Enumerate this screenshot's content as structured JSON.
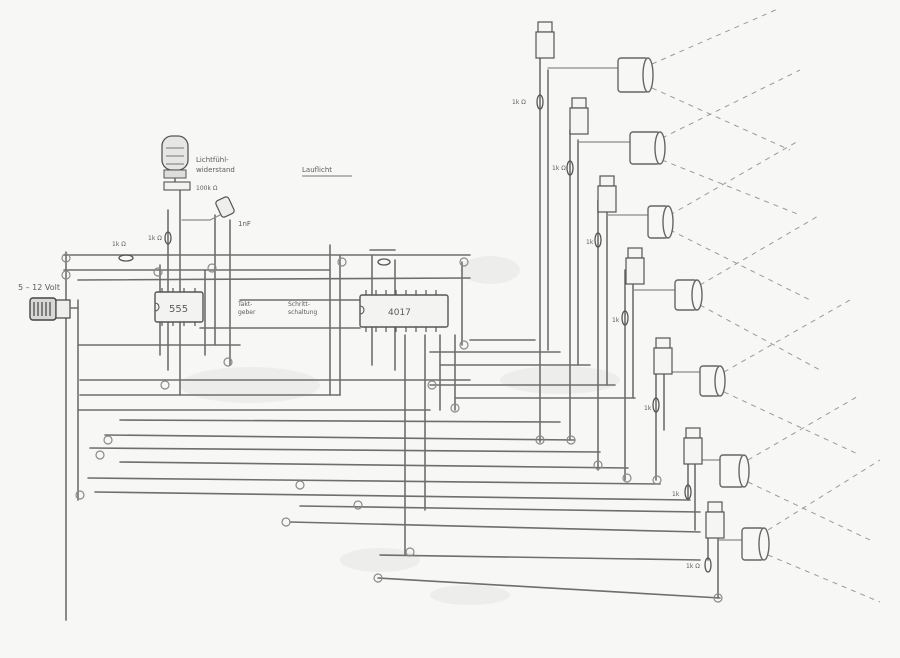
{
  "labels": {
    "supply": "5 – 12 Volt",
    "ic_555": "555",
    "ic_4017": "4017",
    "sensor_label_1": "Lichtfühl-",
    "sensor_label_2": "widerstand",
    "sensor_resistor": "100k Ω",
    "capacitor": "1nF",
    "speed_label_1": "Takt-",
    "speed_label_2": "geber",
    "switch_label_1": "Schritt-",
    "switch_label_2": "schaltung",
    "title": "Lauflicht",
    "r_top_left": "1k Ω",
    "r_top_mid": "1k Ω",
    "r_t1": "1k Ω",
    "r_t2": "1k Ω",
    "r_t3": "1k",
    "r_t4": "1k",
    "r_t5": "1k",
    "r_t6": "1k",
    "r_t7": "1k Ω"
  },
  "colors": {
    "pencil": "#6e6e6e",
    "paper": "#f7f7f5"
  }
}
